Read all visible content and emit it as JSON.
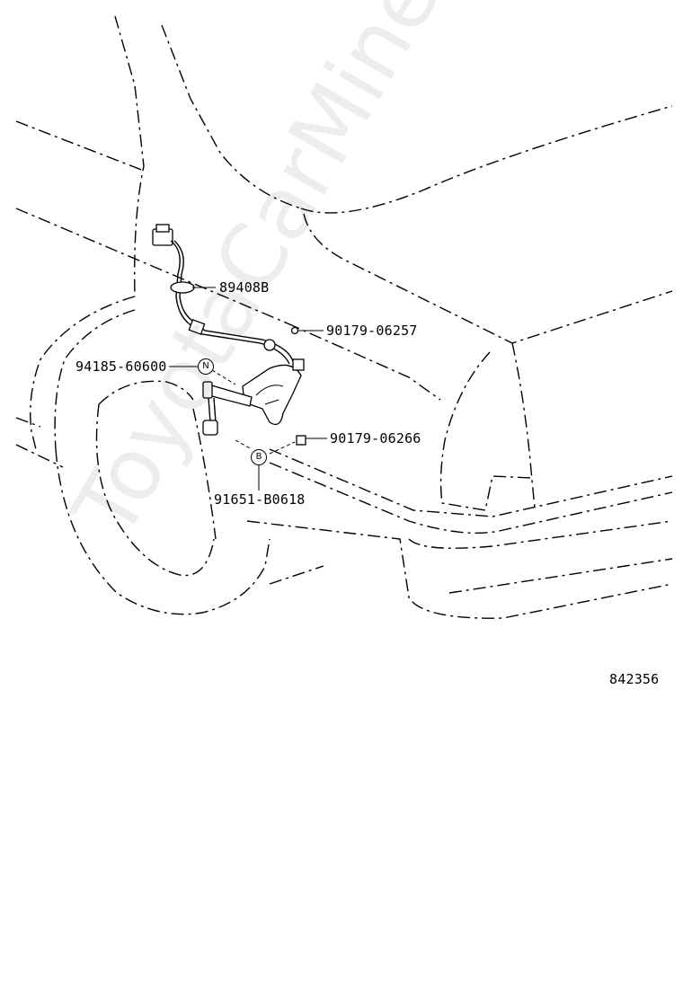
{
  "diagram": {
    "code": "842356",
    "watermark": "ToyotaCarMine.ru",
    "parts": [
      {
        "number": "89408B",
        "badge": ""
      },
      {
        "number": "90179-06257",
        "badge": ""
      },
      {
        "number": "94185-60600",
        "badge": "N"
      },
      {
        "number": "90179-06266",
        "badge": ""
      },
      {
        "number": "91651-B0618",
        "badge": "B"
      }
    ]
  }
}
